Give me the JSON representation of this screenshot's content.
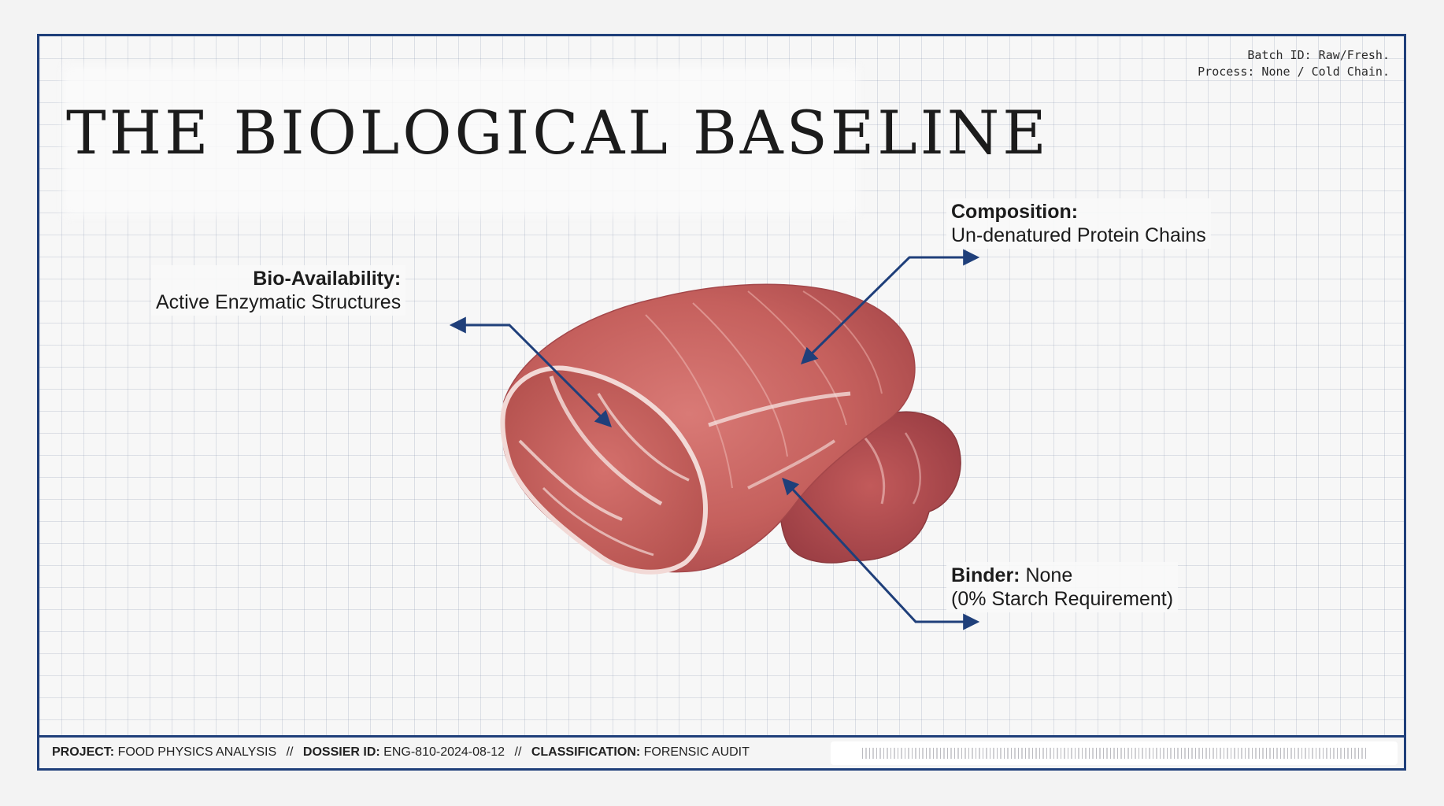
{
  "title": "THE BIOLOGICAL BASELINE",
  "batch": {
    "line1": "Batch ID: Raw/Fresh.",
    "line2": "Process: None / Cold Chain."
  },
  "callouts": {
    "composition": {
      "heading": "Composition:",
      "text": "Un-denatured Protein Chains"
    },
    "bio_availability": {
      "heading": "Bio-Availability:",
      "text": "Active Enzymatic Structures"
    },
    "binder": {
      "heading": "Binder:",
      "value": "None",
      "text": "(0% Starch Requirement)"
    }
  },
  "footer": {
    "project_label": "PROJECT:",
    "project_value": "FOOD PHYSICS ANALYSIS",
    "separator": "//",
    "dossier_label": "DOSSIER ID:",
    "dossier_value": "ENG-810-2024-08-12",
    "classification_label": "CLASSIFICATION:",
    "classification_value": "FORENSIC AUDIT"
  },
  "colors": {
    "frame": "#1f3f7a",
    "arrow": "#1f3f7a",
    "meat": "#c9605e",
    "fat": "#f2d9d6"
  }
}
